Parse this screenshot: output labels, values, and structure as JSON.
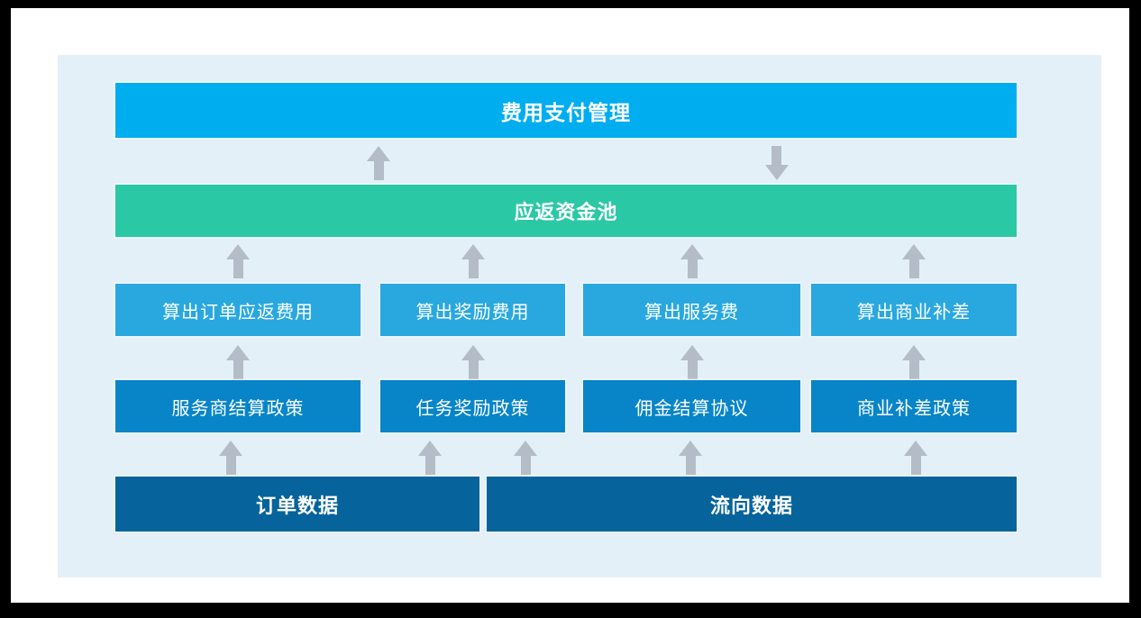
{
  "colors": {
    "frame": "#000000",
    "page_bg": "#ffffff",
    "panel_bg": "#e4f0f8",
    "top_bar": "#00aeef",
    "pool_bar": "#2bc8a5",
    "calc_box": "#29a8e0",
    "policy_box": "#0885c8",
    "data_box": "#06639c",
    "arrow": "#b4bcc7",
    "box_text": "#ffffff"
  },
  "icons": {
    "up_arrow": "up-arrow",
    "down_arrow": "down-arrow"
  },
  "diagram": {
    "top_bar": {
      "label": "费用支付管理"
    },
    "pool_bar": {
      "label": "应返资金池"
    },
    "calc_row": [
      {
        "label": "算出订单应返费用"
      },
      {
        "label": "算出奖励费用"
      },
      {
        "label": "算出服务费"
      },
      {
        "label": "算出商业补差"
      }
    ],
    "policy_row": [
      {
        "label": "服务商结算政策"
      },
      {
        "label": "任务奖励政策"
      },
      {
        "label": "佣金结算协议"
      },
      {
        "label": "商业补差政策"
      }
    ],
    "data_row": [
      {
        "label": "订单数据"
      },
      {
        "label": "流向数据"
      }
    ]
  }
}
